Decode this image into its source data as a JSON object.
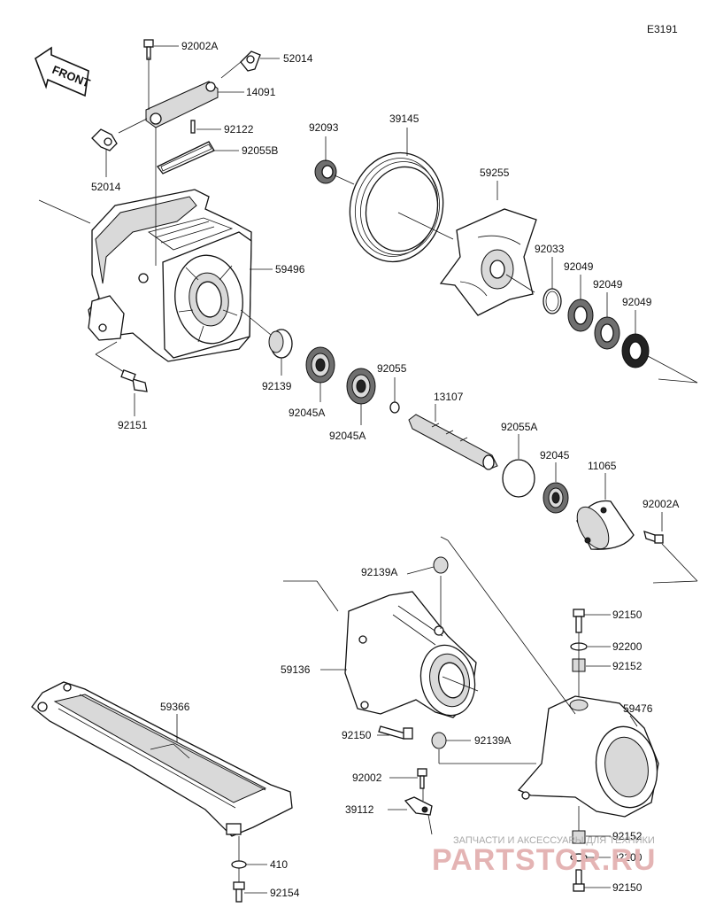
{
  "diagram_id": "E3191",
  "front_label": "FRONT",
  "watermark": {
    "line1": "ЗАПЧАСТИ И АКСЕССУАРЫ ДЛЯ ТЕХНИКИ",
    "line2": "PARTSTOR.RU"
  },
  "callouts": {
    "c92002A_top": "92002A",
    "c52014_top": "52014",
    "c14091": "14091",
    "c92122": "92122",
    "c92055B": "92055B",
    "c52014_left": "52014",
    "c59496": "59496",
    "c92151": "92151",
    "c92093": "92093",
    "c39145": "39145",
    "c59255": "59255",
    "c92033": "92033",
    "c92049_a": "92049",
    "c92049_b": "92049",
    "c92049_c": "92049",
    "c92139": "92139",
    "c92045A_a": "92045A",
    "c92045A_b": "92045A",
    "c92055": "92055",
    "c13107": "13107",
    "c92055A": "92055A",
    "c92045": "92045",
    "c11065": "11065",
    "c92002A_right": "92002A",
    "c92139A_top": "92139A",
    "c59136": "59136",
    "c92150_mid": "92150",
    "c92139A_bottom": "92139A",
    "c92150_right_top": "92150",
    "c92200_top": "92200",
    "c92152_top": "92152",
    "c59476": "59476",
    "c59366": "59366",
    "c92002": "92002",
    "c39112": "39112",
    "c92152_bottom": "92152",
    "c92200_bottom": "92200",
    "c92150_bottom": "92150",
    "c410": "410",
    "c92154": "92154"
  }
}
